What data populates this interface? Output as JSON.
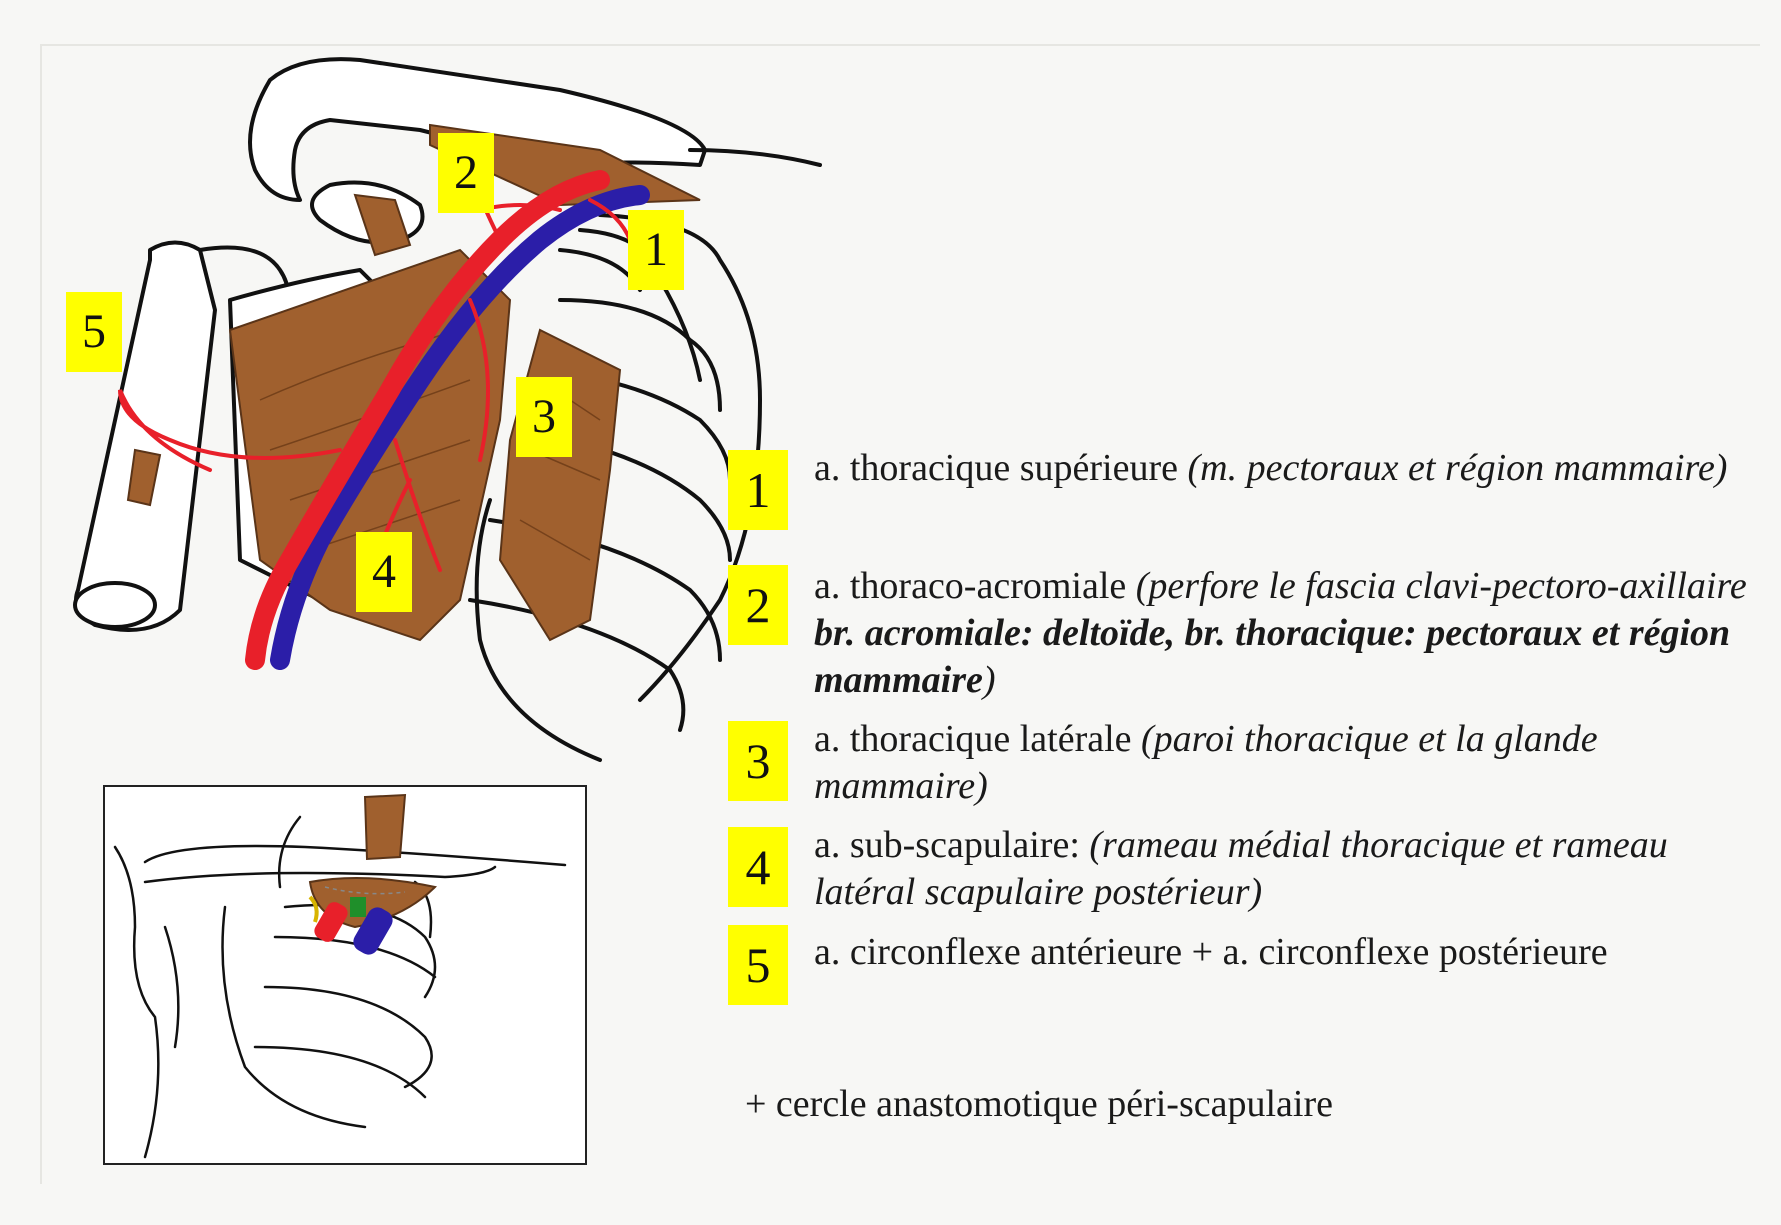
{
  "figure": {
    "labels": [
      "1",
      "2",
      "3",
      "4",
      "5"
    ]
  },
  "legend": [
    {
      "number": "1",
      "main": "a. thoracique supérieure ",
      "italic": "(m. pectoraux et région mammaire)",
      "bold": "",
      "italic_end": ""
    },
    {
      "number": "2",
      "main": "a. thoraco-acromiale ",
      "italic": "(perfore le fascia clavi-pectoro-axillaire ",
      "bold": "br. acromiale: deltoïde, br. thoracique: pectoraux et région mammaire",
      "italic_end": ")"
    },
    {
      "number": "3",
      "main": "a. thoracique latérale ",
      "italic": "(paroi thoracique et la glande mammaire)",
      "bold": "",
      "italic_end": ""
    },
    {
      "number": "4",
      "main": "a. sub-scapulaire: ",
      "italic": "(rameau médial thoracique et rameau latéral scapulaire postérieur)",
      "bold": "",
      "italic_end": ""
    },
    {
      "number": "5",
      "main": "a. circonflexe antérieure + a. circonflexe postérieure",
      "italic": "",
      "bold": "",
      "italic_end": ""
    }
  ],
  "note": "+ cercle anastomotique péri-scapulaire",
  "colors": {
    "artery": "#e8202a",
    "vein": "#2b1ea8",
    "muscle": "#a0602e",
    "badge": "#ffff00",
    "nerve": "#1f8f2a"
  }
}
